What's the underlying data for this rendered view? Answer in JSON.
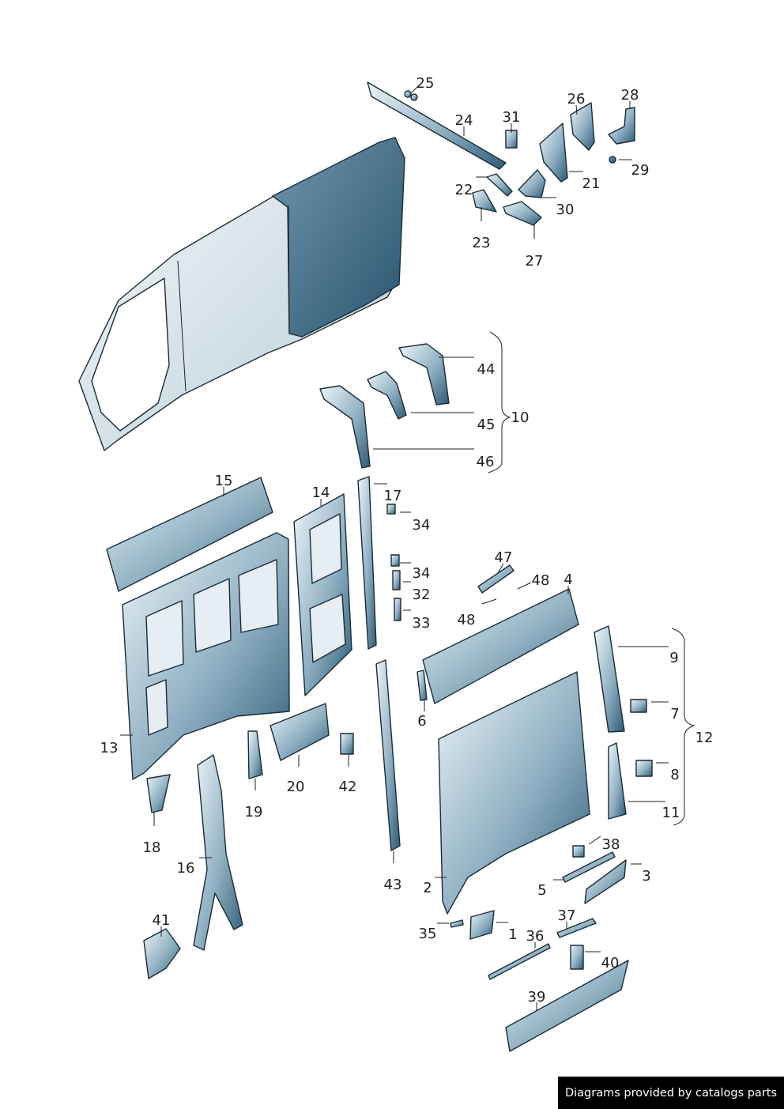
{
  "diagram": {
    "labels": {
      "l25": "25",
      "l24": "24",
      "l31": "31",
      "l26": "26",
      "l28": "28",
      "l21": "21",
      "l29": "29",
      "l22": "22",
      "l30": "30",
      "l23": "23",
      "l27": "27",
      "l44": "44",
      "l45": "45",
      "l10": "10",
      "l46": "46",
      "l15": "15",
      "l14": "14",
      "l17": "17",
      "l34a": "34",
      "l34b": "34",
      "l47": "47",
      "l48a": "48",
      "l4": "4",
      "l32": "32",
      "l48b": "48",
      "l33": "33",
      "l9": "9",
      "l6": "6",
      "l7": "7",
      "l12": "12",
      "l13": "13",
      "l20": "20",
      "l42": "42",
      "l8": "8",
      "l19": "19",
      "l11": "11",
      "l18": "18",
      "l38": "38",
      "l16": "16",
      "l3": "3",
      "l43": "43",
      "l2": "2",
      "l5": "5",
      "l41": "41",
      "l37": "37",
      "l35": "35",
      "l1": "1",
      "l36": "36",
      "l40": "40",
      "l39": "39"
    },
    "colors": {
      "part_light": "#e8f1f6",
      "part_dark": "#2d5b75",
      "outline": "#1b2b36"
    }
  },
  "footer": {
    "text": "Diagrams provided by catalogs parts"
  }
}
